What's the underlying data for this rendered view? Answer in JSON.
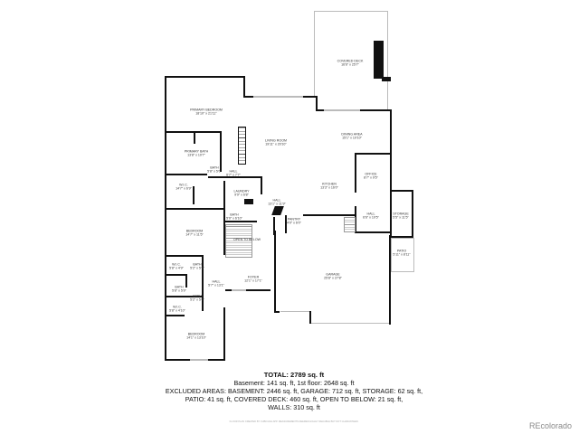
{
  "rooms": {
    "covered_deck": {
      "name": "COVERED DECK",
      "dims": "16'6\" x 25'7\""
    },
    "primary_bedroom": {
      "name": "PRIMARY BEDROOM",
      "dims": "18'10\" x 21'11\""
    },
    "living_room": {
      "name": "LIVING ROOM",
      "dims": "19'11\" x 20'10\""
    },
    "dining_area": {
      "name": "DINING AREA",
      "dims": "15'1\" x 10'10\""
    },
    "primary_bath": {
      "name": "PRIMARY BATH",
      "dims": "13'8\" x 10'7\""
    },
    "bath_1": {
      "name": "BATH",
      "dims": "5'8\" x 5'0\""
    },
    "hall_1": {
      "name": "HALL",
      "dims": "6'7\" x 7'7\""
    },
    "office": {
      "name": "OFFICE",
      "dims": "8'7\" x 9'5\""
    },
    "wic_1": {
      "name": "W.I.C.",
      "dims": "14'7\" x 6'9\""
    },
    "laundry": {
      "name": "LAUNDRY",
      "dims": "9'9\" x 6'8\""
    },
    "kitchen": {
      "name": "KITCHEN",
      "dims": "13'3\" x 16'0\""
    },
    "hall_2": {
      "name": "HALL",
      "dims": "13'1\" x 11'9\""
    },
    "bath_2": {
      "name": "BATH",
      "dims": "5'0\" x 6'10\""
    },
    "pantry": {
      "name": "PANTRY",
      "dims": "4'0\" x 6'0\""
    },
    "hall_3": {
      "name": "HALL",
      "dims": "6'6\" x 10'5\""
    },
    "storage": {
      "name": "STORAGE",
      "dims": "5'5\" x 11'5\""
    },
    "bedroom_1": {
      "name": "BEDROOM",
      "dims": "14'7\" x 11'5\""
    },
    "open_to_below": {
      "name": "OPEN TO BELOW",
      "dims": ""
    },
    "patio": {
      "name": "PATIO",
      "dims": "5'11\" x 8'11\""
    },
    "wic_2": {
      "name": "W.I.C.",
      "dims": "5'8\" x 4'9\""
    },
    "bath_3": {
      "name": "BATH",
      "dims": "5'2\" x 5'5\""
    },
    "garage": {
      "name": "GARAGE",
      "dims": "25'8\" x 27'8\""
    },
    "hall_4": {
      "name": "HALL",
      "dims": "5'7\" x 13'1\""
    },
    "foyer": {
      "name": "FOYER",
      "dims": "12'1\" x 17'1\""
    },
    "bath_4": {
      "name": "BATH",
      "dims": "5'8\" x 5'9\""
    },
    "bath_5": {
      "name": "BATH",
      "dims": "5'2\" x 5'0\""
    },
    "wic_3": {
      "name": "W.I.C.",
      "dims": "5'8\" x 4'10\""
    },
    "bedroom_2": {
      "name": "BEDROOM",
      "dims": "14'1\" x 13'10\""
    }
  },
  "summary": {
    "total": "TOTAL: 2789 sq. ft",
    "line1": "Basement: 141 sq. ft, 1st floor: 2648 sq. ft",
    "line2": "EXCLUDED AREAS: BASEMENT: 2446 sq. ft, GARAGE: 712 sq. ft, STORAGE: 62 sq. ft,",
    "line3": "PATIO: 41 sq. ft, COVERED DECK: 460 sq. ft, OPEN TO BELOW: 21 sq. ft,",
    "line4": "WALLS: 310 sq. ft"
  },
  "credit": "FLOOR PLAN CREATED BY CUBICASA APP. MEASUREMENTS DEEMED HIGHLY RELIABLE BUT NOT GUARANTEED.",
  "watermark": "REcolorado"
}
